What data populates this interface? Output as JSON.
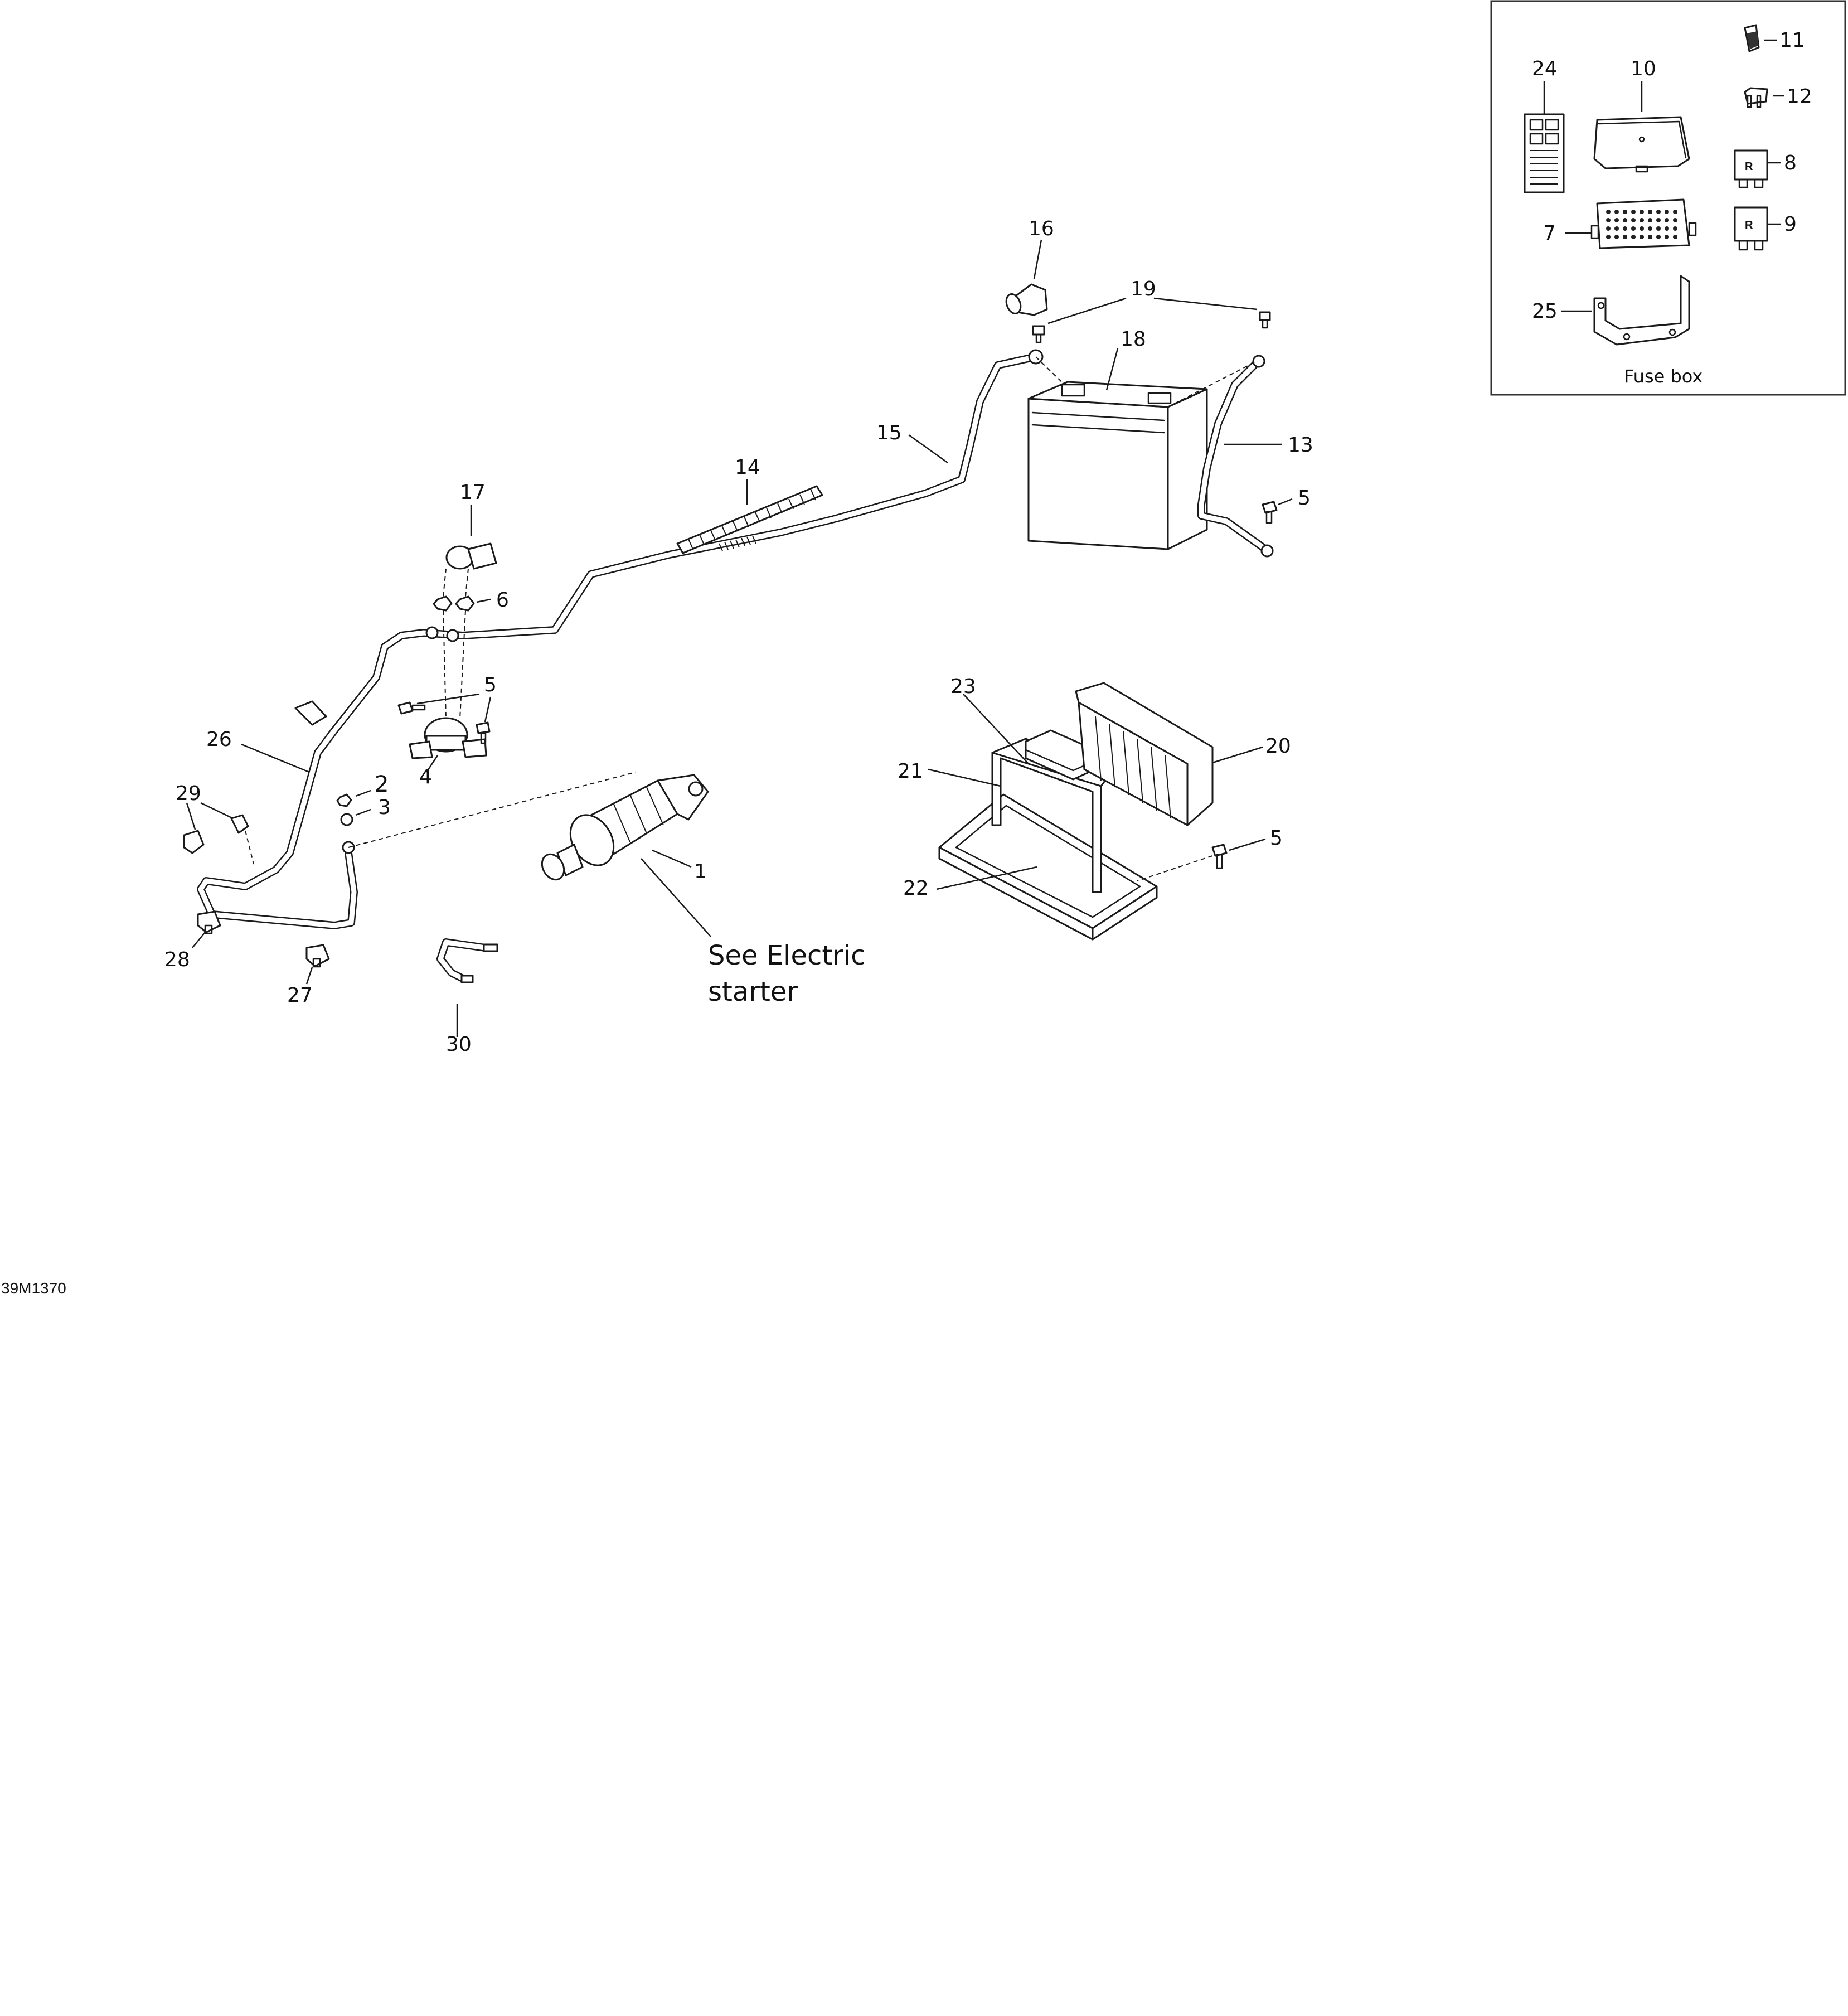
{
  "diagram": {
    "code": "39M1370",
    "note_text_line1": "See Electric",
    "note_text_line2": "starter",
    "inset_caption": "Fuse box",
    "relay_mark": "R",
    "callouts": {
      "c1": "1",
      "c2": "2",
      "c3": "3",
      "c4": "4",
      "c5a": "5",
      "c5b": "5",
      "c5c": "5",
      "c6": "6",
      "c7": "7",
      "c8": "8",
      "c9": "9",
      "c10": "10",
      "c11": "11",
      "c12": "12",
      "c13": "13",
      "c14": "14",
      "c15": "15",
      "c16": "16",
      "c17": "17",
      "c18": "18",
      "c19": "19",
      "c20": "20",
      "c21": "21",
      "c22": "22",
      "c23": "23",
      "c24": "24",
      "c25": "25",
      "c26": "26",
      "c27": "27",
      "c28": "28",
      "c29": "29",
      "c30": "30"
    }
  }
}
